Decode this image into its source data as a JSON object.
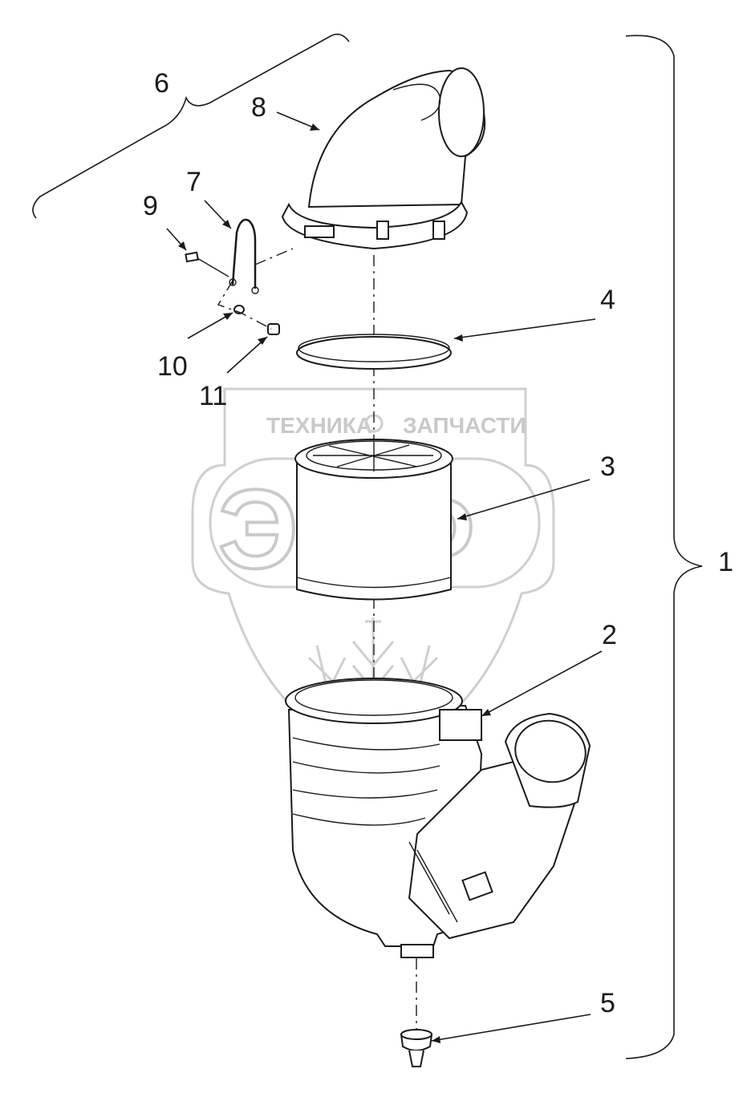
{
  "callouts": [
    {
      "id": "1",
      "label": "1"
    },
    {
      "id": "2",
      "label": "2"
    },
    {
      "id": "3",
      "label": "3"
    },
    {
      "id": "4",
      "label": "4"
    },
    {
      "id": "5",
      "label": "5"
    },
    {
      "id": "6",
      "label": "6"
    },
    {
      "id": "7",
      "label": "7"
    },
    {
      "id": "8",
      "label": "8"
    },
    {
      "id": "9",
      "label": "9"
    },
    {
      "id": "10",
      "label": "10"
    },
    {
      "id": "11",
      "label": "11"
    }
  ],
  "watermark": {
    "top_text": "ТЕХНИКА",
    "top_text_right": "ЗАПЧАСТИ",
    "logo_text": "ЭПФ"
  },
  "colors": {
    "line": "#1a1a1a",
    "watermark": "#c9c9c9",
    "background": "#ffffff"
  }
}
